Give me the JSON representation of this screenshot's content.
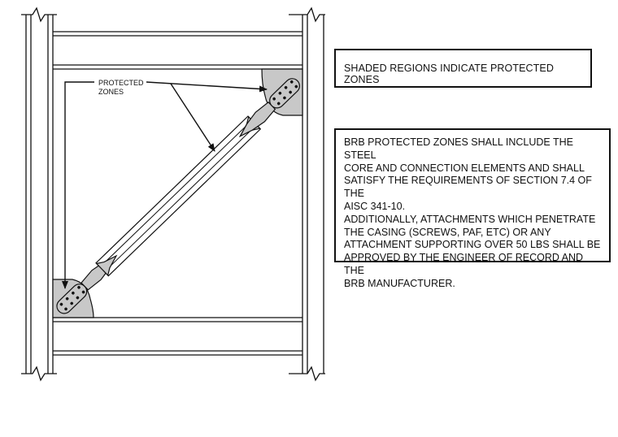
{
  "callout": {
    "label_line1": "PROTECTED",
    "label_line2": "ZONES"
  },
  "notes": {
    "note1": "SHADED REGIONS INDICATE PROTECTED ZONES",
    "note2_lines": [
      "BRB PROTECTED ZONES SHALL INCLUDE THE STEEL",
      "CORE AND CONNECTION ELEMENTS AND SHALL",
      "SATISFY THE REQUIREMENTS OF SECTION 7.4 OF THE",
      "AISC 341-10.",
      "ADDITIONALLY, ATTACHMENTS WHICH PENETRATE",
      "THE CASING (SCREWS, PAF, ETC) OR ANY",
      "ATTACHMENT SUPPORTING OVER 50 LBS SHALL BE",
      "APPROVED BY THE ENGINEER OF RECORD AND THE",
      "BRB MANUFACTURER."
    ]
  },
  "colors": {
    "line": "#111111",
    "shade": "#c8c8c8"
  }
}
